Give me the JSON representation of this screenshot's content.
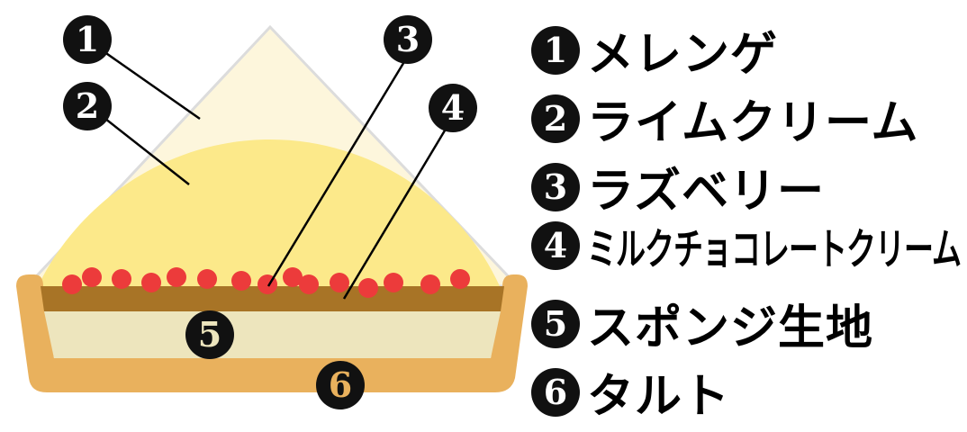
{
  "layers": [
    {
      "number": "1",
      "label": "メレンゲ"
    },
    {
      "number": "2",
      "label": "ライムクリーム"
    },
    {
      "number": "3",
      "label": "ラズベリー"
    },
    {
      "number": "4",
      "label": "ミルクチョコレートクリーム"
    },
    {
      "number": "5",
      "label": "スポンジ生地"
    },
    {
      "number": "6",
      "label": "タルト"
    }
  ],
  "colors": {
    "meringue": "#fdf6dc",
    "lime_cream": "#fce98a",
    "raspberry": "#ec3b3b",
    "chocolate_cream": "#a87426",
    "sponge": "#ede5bd",
    "tart": "#e9b15d",
    "badge": "#111111"
  }
}
